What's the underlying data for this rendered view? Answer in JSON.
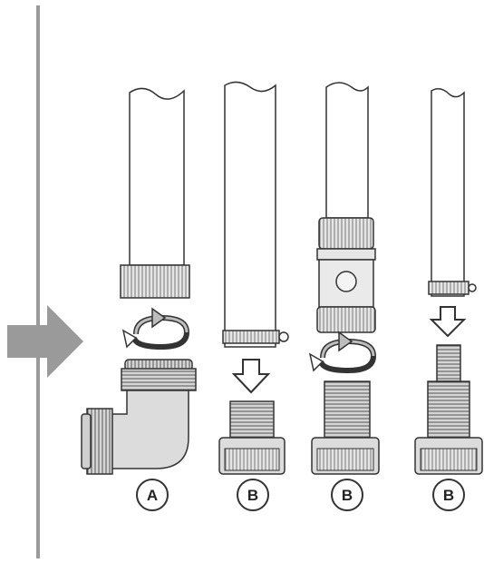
{
  "labels": {
    "hose_1": "A",
    "hose_2": "B",
    "hose_3": "B",
    "hose_4": "B"
  },
  "colors": {
    "outline": "#333333",
    "part_fill": "#dcdcdc",
    "hose_fill": "#ffffff",
    "arrow_grey": "#9a9a9a",
    "divider_grey": "#9a9a9a"
  }
}
